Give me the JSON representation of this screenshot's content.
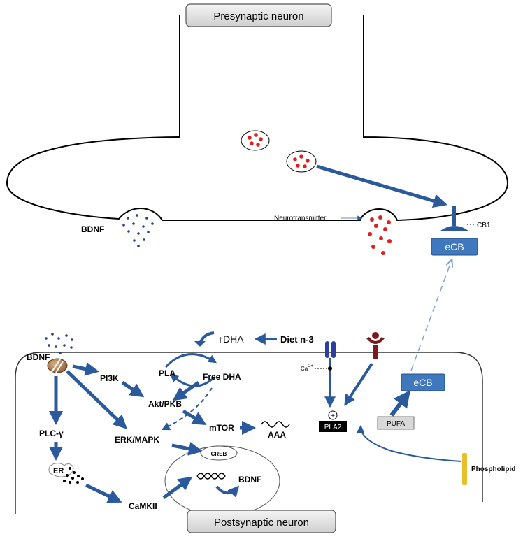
{
  "titles": {
    "presynaptic": "Presynaptic neuron",
    "postsynaptic": "Postsynaptic neuron"
  },
  "presynaptic": {
    "bdnf": "BDNF",
    "neurotransmitter": "Neurotransmitter",
    "cb1": "CB1",
    "ecb": "eCB"
  },
  "postsynaptic": {
    "bdnf_receptor": "BDNF",
    "dha": "↑DHA",
    "diet": "Diet n-3",
    "pla": "PLA",
    "free_dha": "Free DHA",
    "pi3k": "PI3K",
    "akt": "Akt/PKB",
    "mtor": "mTOR",
    "aaa": "AAA",
    "plc": "PLC-γ",
    "erk": "ERK/MAPK",
    "creb": "CREB",
    "er": "ER",
    "camkii": "CaMKII",
    "bdnf_gene": "BDNF",
    "ca": "Ca",
    "ca_sup": "2+",
    "pla2_plus": "+",
    "pla2": "PLA2",
    "pufa": "PUFA",
    "ecb": "eCB",
    "phospholipid": "Phospholipid"
  },
  "colors": {
    "arrow": "#2b5a9c",
    "ecb_box": "#3f78bd",
    "vesicle_dot": "#e02020",
    "bdnf_dot": "#2a3f8f",
    "receptor_dark": "#7a1a1a",
    "phospholipid": "#e8c02a"
  }
}
